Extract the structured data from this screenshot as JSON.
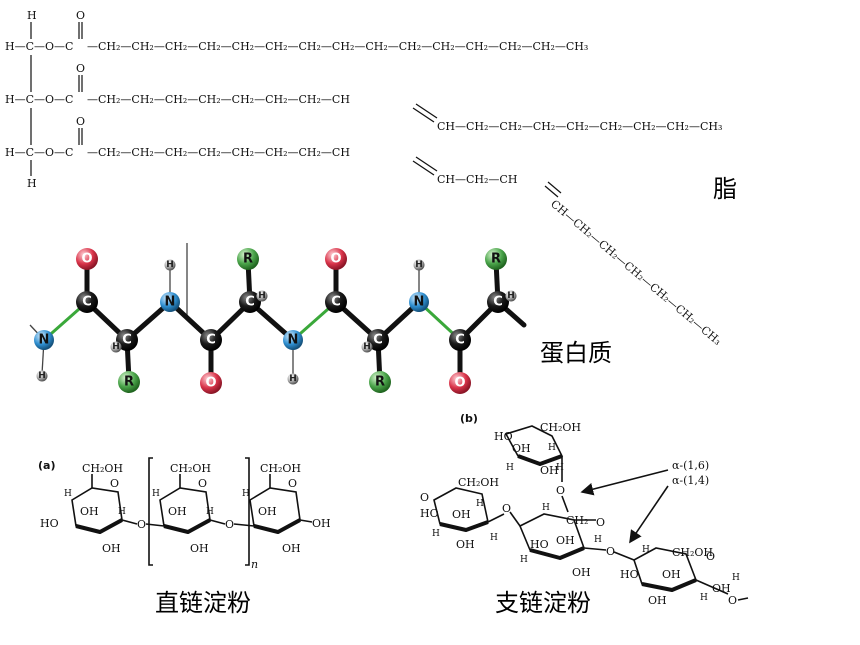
{
  "labels": {
    "fat": "脂",
    "protein": "蛋白质",
    "amylose": "直链淀粉",
    "amylopectin": "支链淀粉"
  },
  "fat": {
    "chain1": "—CH₂—CH₂—CH₂—CH₂—CH₂—CH₂—CH₂—CH₂—CH₂—CH₂—CH₂—CH₂—CH₂—CH₂—CH₃",
    "chain2a": "—CH₂—CH₂—CH₂—CH₂—CH₂—CH₂—CH₂—CH",
    "chain2b": "CH—CH₂—CH₂—CH₂—CH₂—CH₂—CH₂—CH₂—CH₃",
    "chain3a": "—CH₂—CH₂—CH₂—CH₂—CH₂—CH₂—CH₂—CH",
    "chain3b": "CH—CH₂—CH",
    "chain3c": "CH—CH₂—CH₂—CH₂—CH₂—CH₂—CH₃"
  },
  "protein": {
    "atom_O": "O",
    "atom_C": "C",
    "atom_N": "N",
    "atom_R": "R",
    "atom_H": "H"
  },
  "amylose": {
    "panel_tag": "(a)",
    "ch2oh": "CH₂OH",
    "oh": "OH",
    "ho": "HO",
    "o": "O",
    "h": "H",
    "n": "n"
  },
  "amylopectin": {
    "panel_tag": "(b)",
    "ch2oh": "CH₂OH",
    "ch2": "CH₂",
    "oh": "OH",
    "ho": "HO",
    "o": "O",
    "h": "H",
    "link16": "α-(1,6)",
    "link14": "α-(1,4)"
  },
  "colors": {
    "oxygen": "#d9344a",
    "nitrogen": "#2f8fd0",
    "carbon": "#1a1a1a",
    "rgroup": "#4aa44a",
    "hydrogen": "#9a9a9a",
    "pbond_green": "#3aa83a"
  }
}
